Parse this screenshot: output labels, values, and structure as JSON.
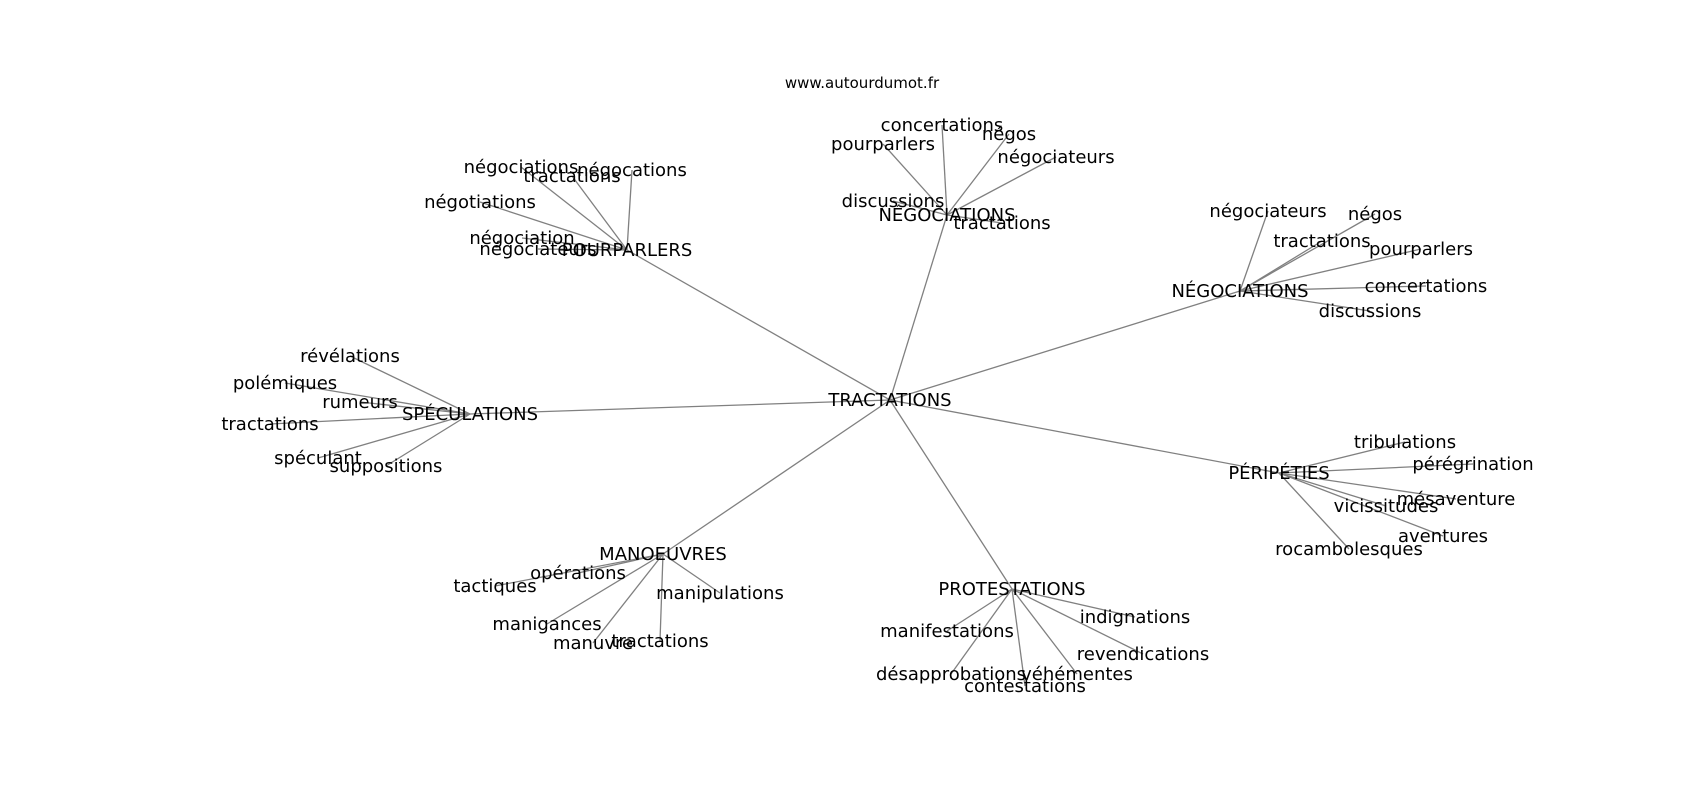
{
  "site": "www.autourdumot.fr",
  "colors": {
    "edge": "#808080",
    "text": "#000000",
    "background": "#ffffff"
  },
  "center": {
    "label": "TRACTATIONS"
  },
  "groups": [
    {
      "label": "POURPARLERS",
      "terms": [
        "négociations",
        "négocations",
        "tractations",
        "négotiations",
        "négociation",
        "négociateurs"
      ]
    },
    {
      "label": "NÉGOCIATIONS",
      "terms": [
        "concertations",
        "négos",
        "pourparlers",
        "négociateurs",
        "discussions",
        "tractations"
      ]
    },
    {
      "label": "NÉGOCIATIONS",
      "terms": [
        "négociateurs",
        "négos",
        "tractations",
        "pourparlers",
        "concertations",
        "discussions"
      ]
    },
    {
      "label": "SPÉCULATIONS",
      "terms": [
        "révélations",
        "polémiques",
        "rumeurs",
        "tractations",
        "spéculant",
        "suppositions"
      ]
    },
    {
      "label": "PÉRIPÉTIES",
      "terms": [
        "tribulations",
        "pérégrination",
        "mésaventure",
        "vicissitudes",
        "aventures",
        "rocambolesques"
      ]
    },
    {
      "label": "MANOEUVRES",
      "terms": [
        "opérations",
        "tactiques",
        "manipulations",
        "manigances",
        "manuvre",
        "tractations"
      ]
    },
    {
      "label": "PROTESTATIONS",
      "terms": [
        "indignations",
        "manifestations",
        "revendications",
        "désapprobations",
        "véhémentes",
        "contestations"
      ]
    }
  ]
}
